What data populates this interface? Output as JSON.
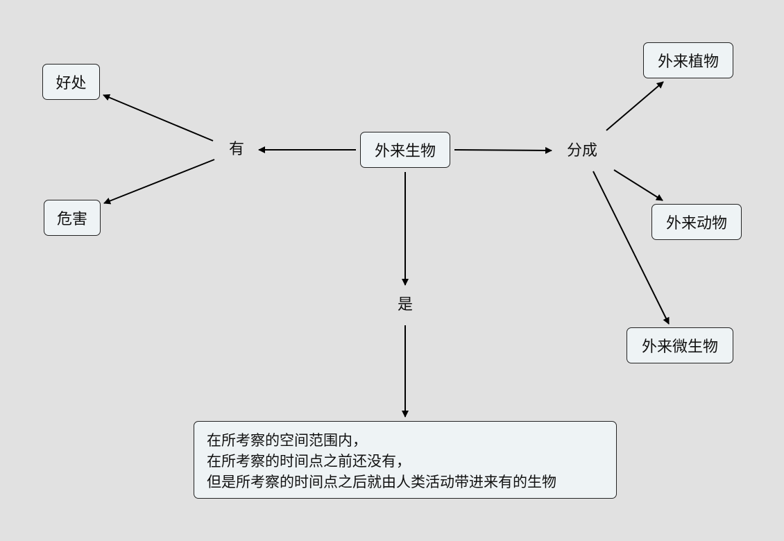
{
  "concept_map": {
    "nodes": {
      "center": "外来生物",
      "benefit": "好处",
      "harm": "危害",
      "plant": "外来植物",
      "animal": "外来动物",
      "microbe": "外来微生物",
      "definition": [
        "在所考察的空间范围内，",
        "在所考察的时间点之前还没有，",
        "但是所考察的时间点之后就由人类活动带进来有的生物"
      ]
    },
    "linking_phrases": {
      "has": "有",
      "divided_into": "分成",
      "is": "是"
    }
  }
}
